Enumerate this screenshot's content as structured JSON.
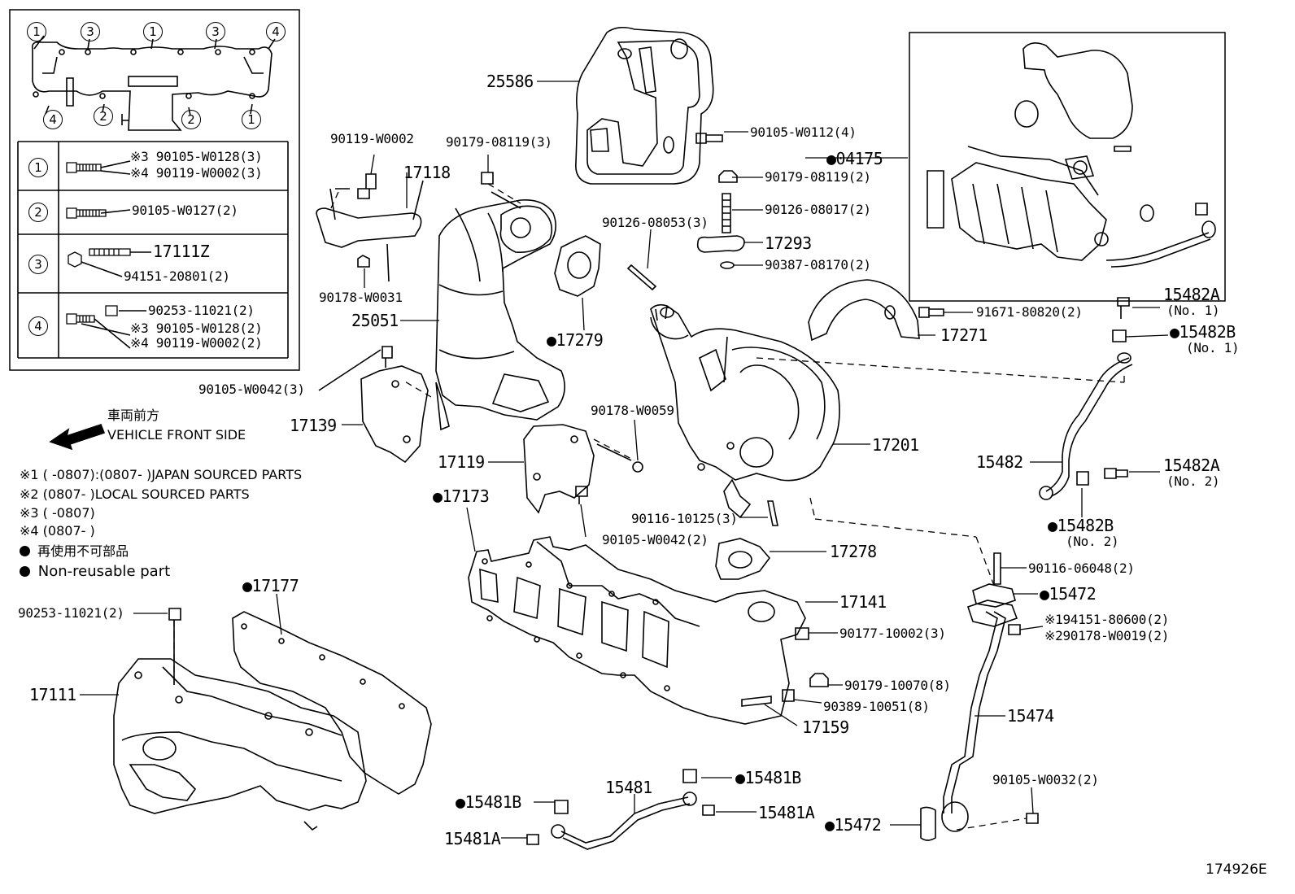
{
  "inset": {
    "top_numbers": [
      "1",
      "3",
      "1",
      "3",
      "4"
    ],
    "bottom_numbers": [
      "4",
      "2",
      "2",
      "1"
    ],
    "rows": [
      {
        "num": "1",
        "lines": [
          "※3 90105-W0128(3)",
          "※4 90119-W0002(3)"
        ]
      },
      {
        "num": "2",
        "lines": [
          "90105-W0127(2)"
        ]
      },
      {
        "num": "3",
        "lines": [
          "17111Z",
          "94151-20801(2)"
        ]
      },
      {
        "num": "4",
        "lines": [
          "90253-11021(2)",
          "※3 90105-W0128(2)",
          "※4 90119-W0002(2)"
        ]
      }
    ]
  },
  "direction": {
    "jp": "車両前方",
    "en": "VEHICLE FRONT SIDE"
  },
  "notes": [
    "※1 (      -0807):(0807-      )JAPAN SOURCED PARTS",
    "※2 (0807-      )LOCAL SOURCED PARTS",
    "※3 (      -0807)",
    "※4 (0807-      )"
  ],
  "nonreusable": {
    "jp": "再使用不可部品",
    "en": "Non-reusable part"
  },
  "labels": {
    "p25586": "25586",
    "p90105_W0112": "90105-W0112(4)",
    "p04175": "●04175",
    "p90179_08119_2": "90179-08119(2)",
    "p90126_08017": "90126-08017(2)",
    "p90126_08053": "90126-08053(3)",
    "p17293": "17293",
    "p90387_08170": "90387-08170(2)",
    "p90119_W0002": "90119-W0002",
    "p90179_08119_3": "90179-08119(3)",
    "p17118": "17118",
    "p90178_W0031": "90178-W0031",
    "p25051": "25051",
    "p17279": "●17279",
    "p91671_80820": "91671-80820(2)",
    "p17271": "17271",
    "p15482A_1": "15482A",
    "p15482A_1_no": "(No. 1)",
    "p15482B_1": "●15482B",
    "p15482B_1_no": "(No. 1)",
    "p90105_W0042_3": "90105-W0042(3)",
    "p17139": "17139",
    "p90178_W0059": "90178-W0059",
    "p17119": "17119",
    "p17201": "17201",
    "p15482": "15482",
    "p15482A_2": "15482A",
    "p15482A_2_no": "(No. 2)",
    "p15482B_2": "●15482B",
    "p15482B_2_no": "(No. 2)",
    "p17173": "●17173",
    "p90116_10125": "90116-10125(3)",
    "p90105_W0042_2": "90105-W0042(2)",
    "p17278": "17278",
    "p90116_06048": "90116-06048(2)",
    "p15472_a": "●15472",
    "p17177": "●17177",
    "p90253_11021": "90253-11021(2)",
    "p17141": "17141",
    "p94151_80600": "※194151-80600(2)",
    "p90178_W0019": "※290178-W0019(2)",
    "p90177_10002": "90177-10002(3)",
    "p17111": "17111",
    "p90179_10070": "90179-10070(8)",
    "p90389_10051": "90389-10051(8)",
    "p17159": "17159",
    "p15474": "15474",
    "p15481B_a": "●15481B",
    "p15481": "15481",
    "p15481B_b": "●15481B",
    "p15481A_a": "15481A",
    "p90105_W0032": "90105-W0032(2)",
    "p15481A_b": "15481A",
    "p15472_b": "●15472",
    "code": "174926E"
  }
}
